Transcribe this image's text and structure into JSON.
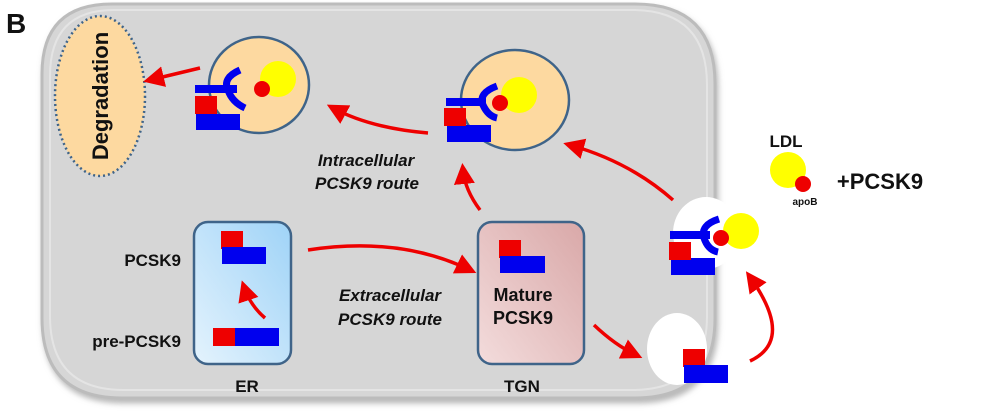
{
  "panel_label": "B",
  "condition_label": "+PCSK9",
  "compartments": {
    "degradation": "Degradation",
    "er": "ER",
    "tgn": "TGN"
  },
  "species": {
    "pcsk9": "PCSK9",
    "pre_pcsk9": "pre-PCSK9",
    "mature_pcsk9_line1": "Mature",
    "mature_pcsk9_line2": "PCSK9",
    "ldl": "LDL",
    "apob": "apoB"
  },
  "routes": {
    "intracellular_line1": "Intracellular",
    "intracellular_line2": "PCSK9 route",
    "extracellular_line1": "Extracellular",
    "extracellular_line2": "PCSK9 route"
  },
  "colors": {
    "cell_fill": "#d6d6d6",
    "endosome_fill": "#fdd9a0",
    "membrane_stroke": "#3f6489",
    "receptor_blue": "#0000ee",
    "pcsk9_red": "#ee0000",
    "ldl_yellow": "#ffff00",
    "arrow_red": "#ee0000",
    "er_fill": "#bfe3fb",
    "tgn_fill": "#e7c3c3"
  }
}
